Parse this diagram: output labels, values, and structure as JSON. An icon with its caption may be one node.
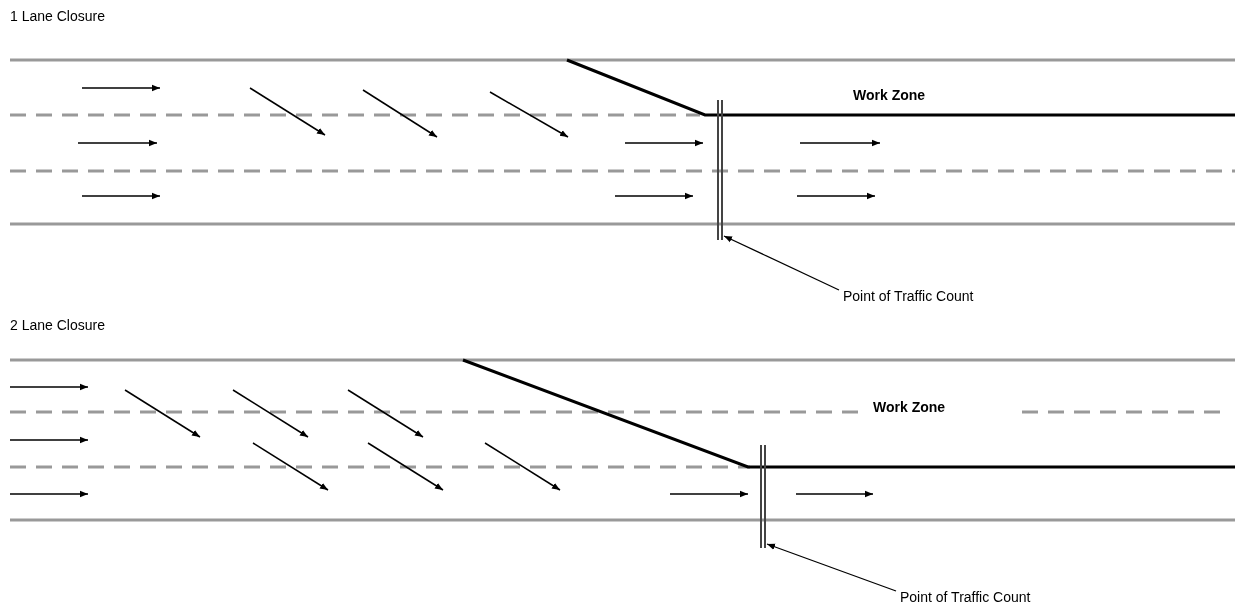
{
  "diagram": {
    "nodes": [
      {
        "text": [],
        "shape": "bar"
      },
      {
        "text": [
          "Point of Traffic Count"
        ]
      },
      {
        "text": [],
        "shape": "bar"
      },
      {
        "text": [
          "Point of Traffic Count"
        ]
      }
    ],
    "edges": [
      {
        "from": 1,
        "to": 0,
        "arrow": "to"
      },
      {
        "from": 3,
        "to": 2,
        "arrow": "to"
      }
    ],
    "labels": [
      "1 Lane Closure",
      "Work Zone",
      "2 Lane Closure",
      "Work Zone"
    ]
  }
}
